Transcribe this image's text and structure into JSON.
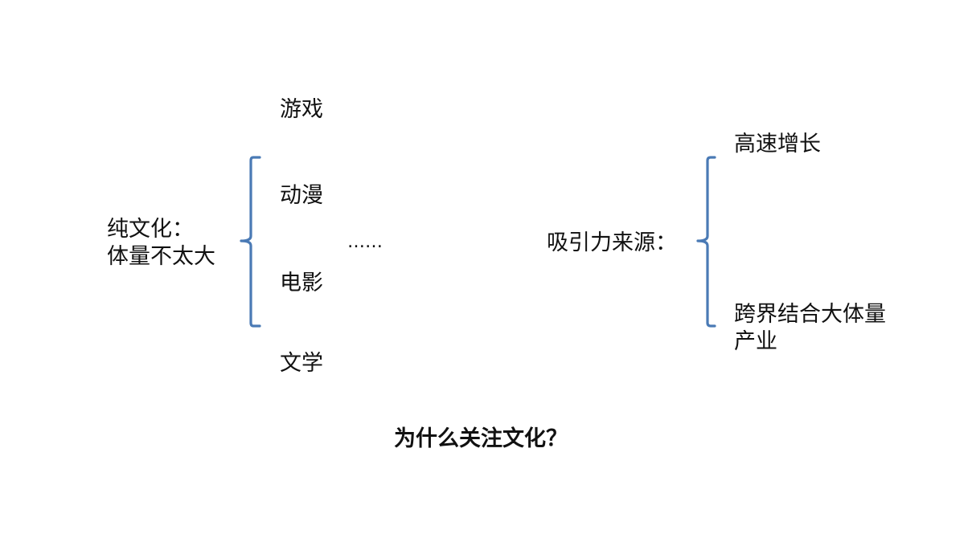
{
  "left_group": {
    "label_line1": "纯文化：",
    "label_line2": "体量不太大",
    "items": [
      "游戏",
      "动漫",
      "电影",
      "文学"
    ],
    "ellipsis": "……"
  },
  "right_group": {
    "label": "吸引力来源：",
    "items": [
      {
        "line1": "高速增长",
        "line2": ""
      },
      {
        "line1": "跨界结合大体量",
        "line2": "产业"
      }
    ]
  },
  "title": "为什么关注文化？",
  "colors": {
    "brace": "#4a7ab5",
    "text": "#111111"
  }
}
